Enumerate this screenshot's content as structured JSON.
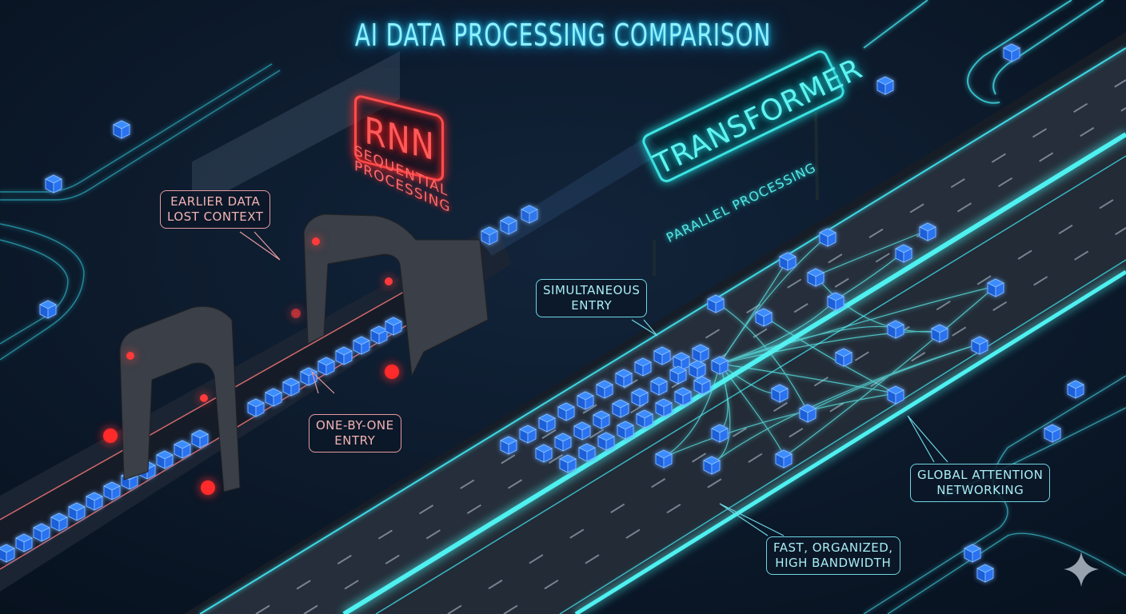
{
  "title": "AI DATA PROCESSING COMPARISON",
  "rnn": {
    "sign_label": "RNN",
    "subtitle_lines": [
      "SEQUENTIAL",
      "PROCESSING"
    ],
    "accent_color": "#ff4d4d",
    "callouts": [
      {
        "lines": [
          "EARLIER DATA",
          "LOST CONTEXT"
        ]
      },
      {
        "lines": [
          "ONE-BY-ONE",
          "ENTRY"
        ]
      }
    ]
  },
  "transformer": {
    "sign_label": "TRANSFORMER",
    "subtitle": "PARALLEL PROCESSING",
    "accent_color": "#3fe6e6",
    "callouts": [
      {
        "lines": [
          "SIMULTANEOUS",
          "ENTRY"
        ]
      },
      {
        "lines": [
          "GLOBAL ATTENTION",
          "NETWORKING"
        ]
      },
      {
        "lines": [
          "FAST, ORGANIZED,",
          "HIGH BANDWIDTH"
        ]
      }
    ]
  },
  "colors": {
    "background": "#0a1626",
    "data_cube": "#2a7dff",
    "neon_cyan": "#3fe6e6",
    "neon_red": "#ff4d4d",
    "road": "#2a3442"
  },
  "icons": {
    "watermark": "sparkle-star-icon",
    "data_unit": "data-cube-icon",
    "warning_light": "red-beacon-icon"
  }
}
